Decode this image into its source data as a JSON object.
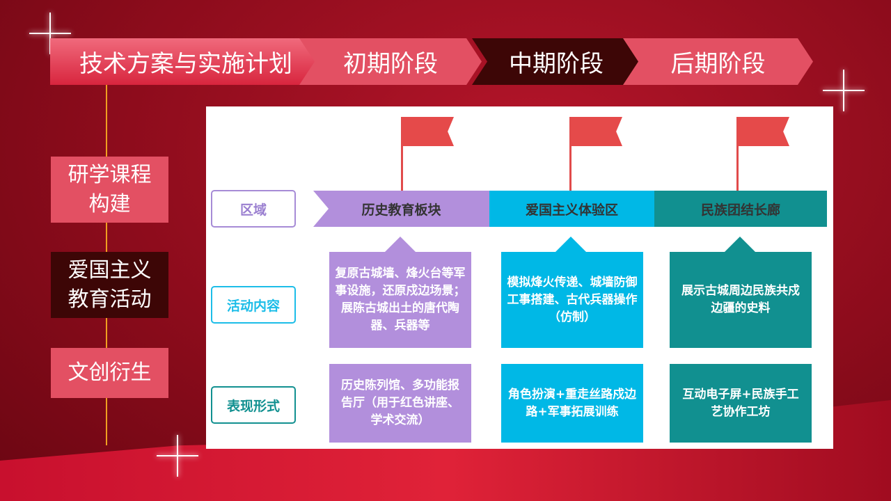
{
  "stages": [
    "技术方案与实施计划",
    "初期阶段",
    "中期阶段",
    "后期阶段"
  ],
  "left_items": [
    "研学课程构建",
    "爱国主义教育活动",
    "文创衍生"
  ],
  "row_labels": [
    "区域",
    "活动内容",
    "表现形式"
  ],
  "areas": [
    "历史教育板块",
    "爱国主义体验区",
    "民族团结长廊"
  ],
  "activities": [
    "复原古城墙、烽火台等军事设施，还原戍边场景；\n展陈古城出土的唐代陶器、兵器等",
    "模拟烽火传递、城墙防御工事搭建、古代兵器操作（仿制）",
    "展示古城周边民族共戍边疆的史料"
  ],
  "forms": [
    "历史陈列馆、多功能报告厅（用于红色讲座、学术交流）",
    "角色扮演+重走丝路戍边路+军事拓展训练",
    "互动电子屏+民族手工艺协作工坊"
  ],
  "colors": {
    "purple": "#b28fdc",
    "cyan": "#00b8e6",
    "teal": "#119090",
    "pink": "#e35063",
    "dark": "#3d0606"
  }
}
